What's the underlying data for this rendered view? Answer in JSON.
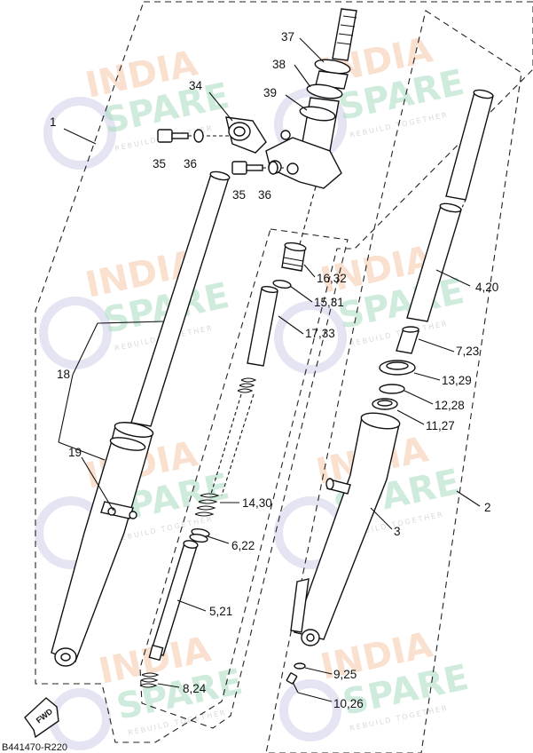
{
  "diagram": {
    "callouts": [
      "1",
      "2",
      "3",
      "4,20",
      "5,21",
      "6,22",
      "7,23",
      "8,24",
      "9,25",
      "10,26",
      "11,27",
      "12,28",
      "13,29",
      "14,30",
      "15,31",
      "16,32",
      "17,33",
      "18",
      "19",
      "34",
      "35",
      "36",
      "37",
      "38",
      "39"
    ],
    "direction_badge": "FWD",
    "diagram_code": "B441470-R220"
  },
  "watermark": {
    "line1": "INDIA",
    "line2": "SPARE",
    "tagline": "REBUILD TOGETHER",
    "colors": {
      "india": "#f6c8a8",
      "spare": "#a9dcc0",
      "logo": "#c9c9e8"
    }
  }
}
